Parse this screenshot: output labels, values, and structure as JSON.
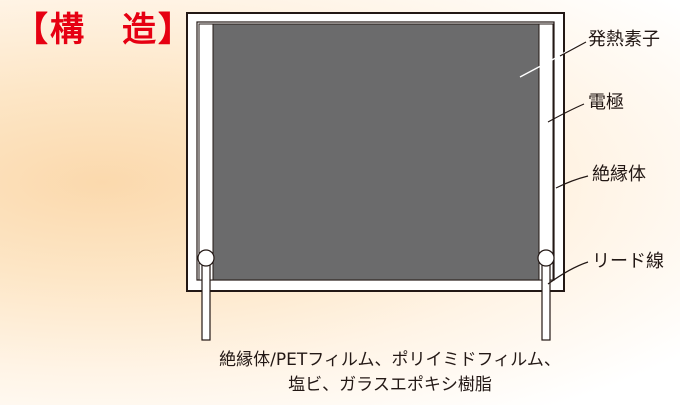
{
  "title": "【構　造】",
  "labels": {
    "heating_element": "発熱素子",
    "electrode": "電極",
    "insulator": "絶縁体",
    "lead_wire": "リード線"
  },
  "caption": {
    "line1": "絶縁体/PETフィルム、ポリイミドフィルム、",
    "line2": "塩ビ、ガラスエポキシ樹脂"
  },
  "colors": {
    "title": "#e60012",
    "heating_element": "#6b6b6c",
    "outline": "#231815"
  }
}
